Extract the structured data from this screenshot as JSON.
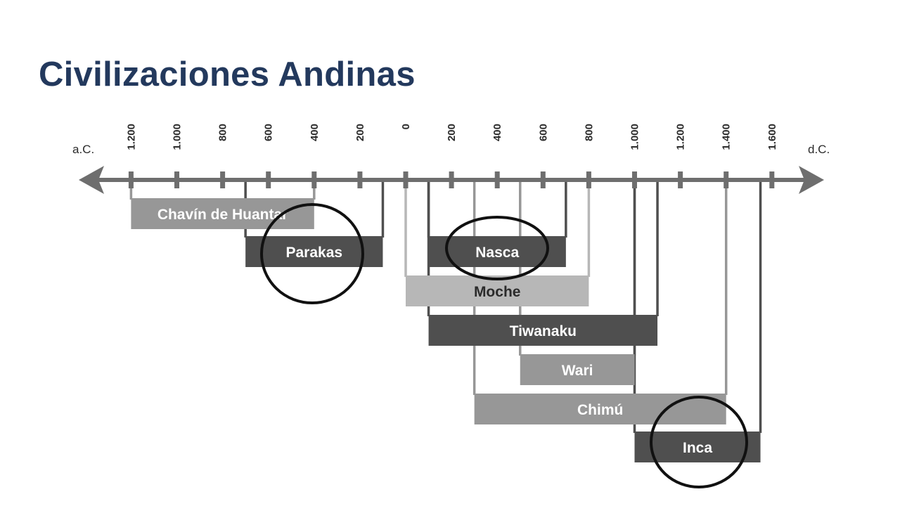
{
  "title": "Civilizaciones Andinas",
  "timeline": {
    "left_label": "a.C.",
    "right_label": "d.C.",
    "ticks": [
      {
        "value": -1200,
        "label": "1.200"
      },
      {
        "value": -1000,
        "label": "1.000"
      },
      {
        "value": -800,
        "label": "800"
      },
      {
        "value": -600,
        "label": "600"
      },
      {
        "value": -400,
        "label": "400"
      },
      {
        "value": -200,
        "label": "200"
      },
      {
        "value": 0,
        "label": "0"
      },
      {
        "value": 200,
        "label": "200"
      },
      {
        "value": 400,
        "label": "400"
      },
      {
        "value": 600,
        "label": "600"
      },
      {
        "value": 800,
        "label": "800"
      },
      {
        "value": 1000,
        "label": "1.000"
      },
      {
        "value": 1200,
        "label": "1.200"
      },
      {
        "value": 1400,
        "label": "1.400"
      },
      {
        "value": 1600,
        "label": "1.600"
      }
    ],
    "civilizations": [
      {
        "name": "Chavín de Huantar",
        "start": -1200,
        "end": -400,
        "shade": "mid",
        "circled": false
      },
      {
        "name": "Parakas",
        "start": -700,
        "end": -100,
        "shade": "dark",
        "circled": true
      },
      {
        "name": "Nasca",
        "start": 100,
        "end": 700,
        "shade": "dark",
        "circled": true
      },
      {
        "name": "Moche",
        "start": 0,
        "end": 800,
        "shade": "light",
        "circled": false
      },
      {
        "name": "Tiwanaku",
        "start": 100,
        "end": 1100,
        "shade": "dark",
        "circled": false
      },
      {
        "name": "Wari",
        "start": 500,
        "end": 1000,
        "shade": "mid",
        "circled": false
      },
      {
        "name": "Chimú",
        "start": 300,
        "end": 1400,
        "shade": "mid",
        "circled": false
      },
      {
        "name": "Inca",
        "start": 1000,
        "end": 1550,
        "shade": "dark",
        "circled": true
      }
    ],
    "colors": {
      "axis": "#6e6e6e",
      "dark": "#4f4f4f",
      "mid": "#979797",
      "light": "#b7b7b7",
      "circle": "#111111",
      "title": "#23395d"
    }
  }
}
